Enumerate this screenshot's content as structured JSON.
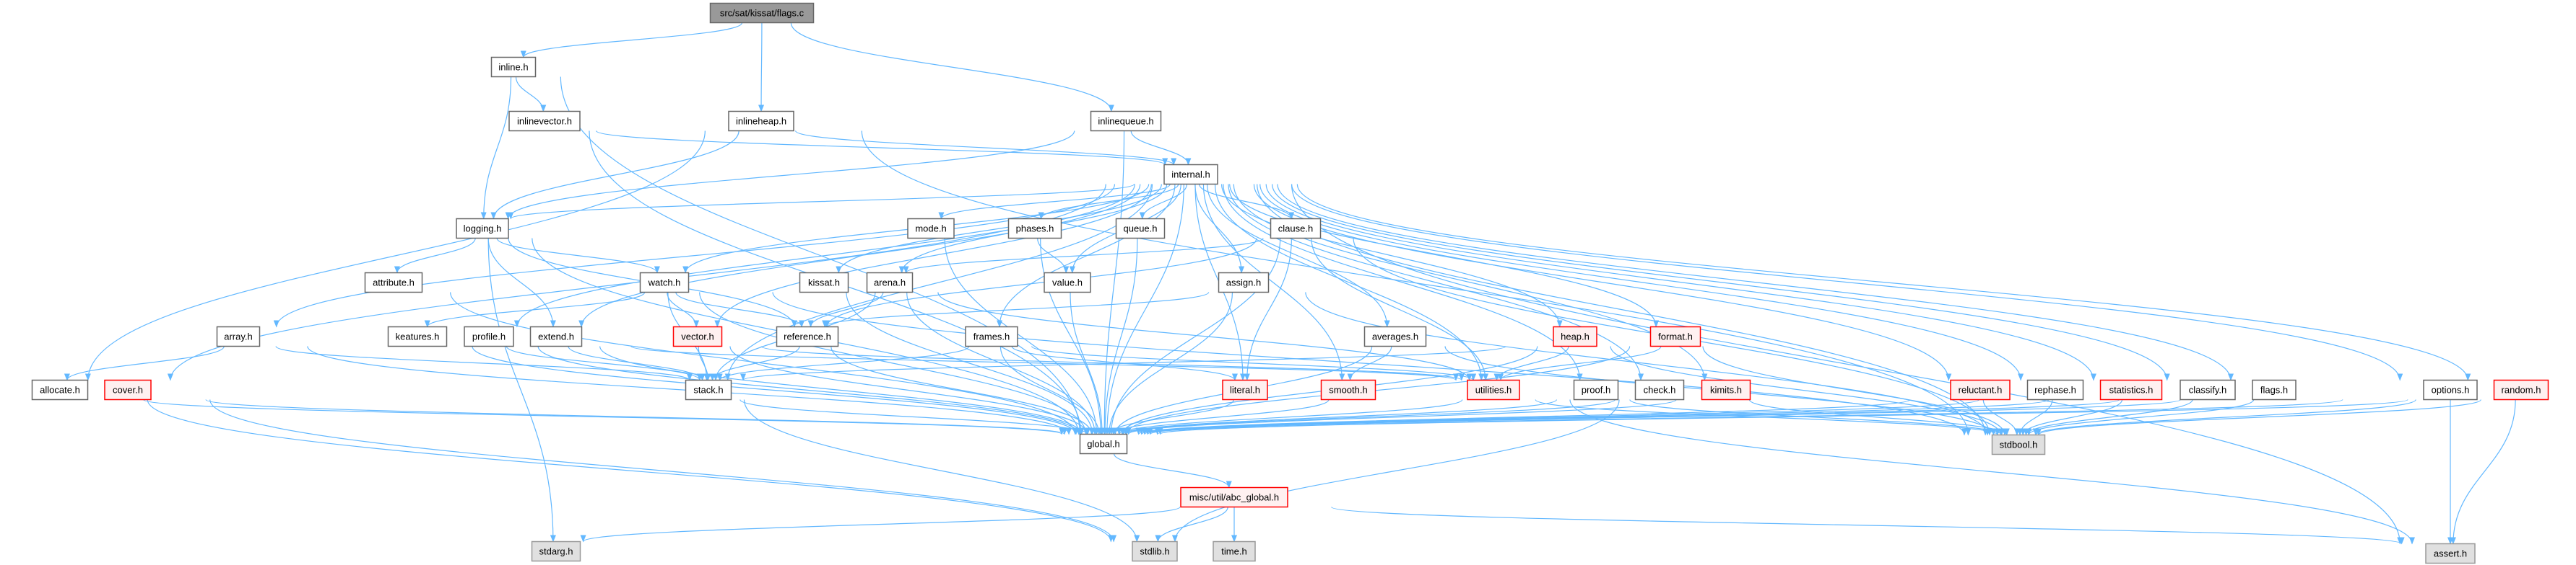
{
  "title": "src/sat/kissat/flags.c",
  "colors": {
    "edge": "#63b8ff",
    "default_fill": "#ffffff",
    "default_stroke": "#666666",
    "red_fill": "#fff0f0",
    "red_stroke": "#ff0000",
    "system_fill": "#e0e0e0",
    "system_stroke": "#999999",
    "current_fill": "#999999",
    "current_stroke": "#666666"
  },
  "nodes": [
    {
      "id": "flags_c",
      "label": "src/sat/kissat/flags.c",
      "style": "current"
    },
    {
      "id": "inline",
      "label": "inline.h",
      "style": "default"
    },
    {
      "id": "inlinevector",
      "label": "inlinevector.h",
      "style": "default"
    },
    {
      "id": "inlineheap",
      "label": "inlineheap.h",
      "style": "default"
    },
    {
      "id": "inlinequeue",
      "label": "inlinequeue.h",
      "style": "default"
    },
    {
      "id": "internal",
      "label": "internal.h",
      "style": "default"
    },
    {
      "id": "logging",
      "label": "logging.h",
      "style": "default"
    },
    {
      "id": "mode",
      "label": "mode.h",
      "style": "default"
    },
    {
      "id": "phases",
      "label": "phases.h",
      "style": "default"
    },
    {
      "id": "queue",
      "label": "queue.h",
      "style": "default"
    },
    {
      "id": "clause",
      "label": "clause.h",
      "style": "default"
    },
    {
      "id": "attribute",
      "label": "attribute.h",
      "style": "default"
    },
    {
      "id": "watch",
      "label": "watch.h",
      "style": "default"
    },
    {
      "id": "kissat",
      "label": "kissat.h",
      "style": "default"
    },
    {
      "id": "arena",
      "label": "arena.h",
      "style": "default"
    },
    {
      "id": "value",
      "label": "value.h",
      "style": "default"
    },
    {
      "id": "assign",
      "label": "assign.h",
      "style": "default"
    },
    {
      "id": "array",
      "label": "array.h",
      "style": "default"
    },
    {
      "id": "keatures",
      "label": "keatures.h",
      "style": "default"
    },
    {
      "id": "profile",
      "label": "profile.h",
      "style": "default"
    },
    {
      "id": "extend",
      "label": "extend.h",
      "style": "default"
    },
    {
      "id": "vector",
      "label": "vector.h",
      "style": "red"
    },
    {
      "id": "reference",
      "label": "reference.h",
      "style": "default"
    },
    {
      "id": "frames",
      "label": "frames.h",
      "style": "default"
    },
    {
      "id": "averages",
      "label": "averages.h",
      "style": "default"
    },
    {
      "id": "heap",
      "label": "heap.h",
      "style": "red"
    },
    {
      "id": "format",
      "label": "format.h",
      "style": "red"
    },
    {
      "id": "allocate",
      "label": "allocate.h",
      "style": "default"
    },
    {
      "id": "cover",
      "label": "cover.h",
      "style": "red"
    },
    {
      "id": "stack",
      "label": "stack.h",
      "style": "default"
    },
    {
      "id": "literal",
      "label": "literal.h",
      "style": "red"
    },
    {
      "id": "smooth",
      "label": "smooth.h",
      "style": "red"
    },
    {
      "id": "utilities",
      "label": "utilities.h",
      "style": "red"
    },
    {
      "id": "proof",
      "label": "proof.h",
      "style": "default"
    },
    {
      "id": "check",
      "label": "check.h",
      "style": "default"
    },
    {
      "id": "kimits",
      "label": "kimits.h",
      "style": "red"
    },
    {
      "id": "reluctant",
      "label": "reluctant.h",
      "style": "red"
    },
    {
      "id": "rephase",
      "label": "rephase.h",
      "style": "default"
    },
    {
      "id": "statistics",
      "label": "statistics.h",
      "style": "red"
    },
    {
      "id": "classify",
      "label": "classify.h",
      "style": "default"
    },
    {
      "id": "flags_h",
      "label": "flags.h",
      "style": "default"
    },
    {
      "id": "options",
      "label": "options.h",
      "style": "default"
    },
    {
      "id": "random",
      "label": "random.h",
      "style": "red"
    },
    {
      "id": "global",
      "label": "global.h",
      "style": "default"
    },
    {
      "id": "stdbool",
      "label": "stdbool.h",
      "style": "system"
    },
    {
      "id": "abc_global",
      "label": "misc/util/abc_global.h",
      "style": "red"
    },
    {
      "id": "stdarg",
      "label": "stdarg.h",
      "style": "system"
    },
    {
      "id": "stdlib",
      "label": "stdlib.h",
      "style": "system"
    },
    {
      "id": "time",
      "label": "time.h",
      "style": "system"
    },
    {
      "id": "assert",
      "label": "assert.h",
      "style": "system"
    }
  ],
  "edges": [
    [
      "flags_c",
      "inline"
    ],
    [
      "flags_c",
      "inlineheap"
    ],
    [
      "flags_c",
      "inlinequeue"
    ],
    [
      "inline",
      "inlinevector"
    ],
    [
      "inline",
      "logging"
    ],
    [
      "inline",
      "global"
    ],
    [
      "inlinevector",
      "internal"
    ],
    [
      "inlinevector",
      "global"
    ],
    [
      "inlineheap",
      "internal"
    ],
    [
      "inlineheap",
      "logging"
    ],
    [
      "inlineheap",
      "allocate"
    ],
    [
      "inlineheap",
      "stdbool"
    ],
    [
      "inlinequeue",
      "internal"
    ],
    [
      "inlinequeue",
      "logging"
    ],
    [
      "inlinequeue",
      "global"
    ],
    [
      "internal",
      "arena"
    ],
    [
      "internal",
      "array"
    ],
    [
      "internal",
      "assign"
    ],
    [
      "internal",
      "averages"
    ],
    [
      "internal",
      "check"
    ],
    [
      "internal",
      "classify"
    ],
    [
      "internal",
      "clause"
    ],
    [
      "internal",
      "cover"
    ],
    [
      "internal",
      "extend"
    ],
    [
      "internal",
      "flags_h"
    ],
    [
      "internal",
      "format"
    ],
    [
      "internal",
      "frames"
    ],
    [
      "internal",
      "heap"
    ],
    [
      "internal",
      "kimits"
    ],
    [
      "internal",
      "kissat"
    ],
    [
      "internal",
      "literal"
    ],
    [
      "internal",
      "mode"
    ],
    [
      "internal",
      "options"
    ],
    [
      "internal",
      "phases"
    ],
    [
      "internal",
      "profile"
    ],
    [
      "internal",
      "proof"
    ],
    [
      "internal",
      "queue"
    ],
    [
      "internal",
      "random"
    ],
    [
      "internal",
      "reluctant"
    ],
    [
      "internal",
      "rephase"
    ],
    [
      "internal",
      "smooth"
    ],
    [
      "internal",
      "statistics"
    ],
    [
      "internal",
      "stdbool"
    ],
    [
      "internal",
      "stack"
    ],
    [
      "internal",
      "utilities"
    ],
    [
      "internal",
      "value"
    ],
    [
      "internal",
      "vector"
    ],
    [
      "internal",
      "watch"
    ],
    [
      "internal",
      "logging"
    ],
    [
      "internal",
      "global"
    ],
    [
      "internal",
      "assert"
    ],
    [
      "logging",
      "attribute"
    ],
    [
      "logging",
      "watch"
    ],
    [
      "logging",
      "extend"
    ],
    [
      "logging",
      "reference"
    ],
    [
      "logging",
      "stdarg"
    ],
    [
      "logging",
      "global"
    ],
    [
      "watch",
      "keatures"
    ],
    [
      "watch",
      "vector"
    ],
    [
      "watch",
      "reference"
    ],
    [
      "watch",
      "stack"
    ],
    [
      "watch",
      "global"
    ],
    [
      "watch",
      "stdbool"
    ],
    [
      "arena",
      "reference"
    ],
    [
      "arena",
      "stack"
    ],
    [
      "arena",
      "utilities"
    ],
    [
      "arena",
      "global"
    ],
    [
      "assign",
      "reference"
    ],
    [
      "assign",
      "global"
    ],
    [
      "assign",
      "stdbool"
    ],
    [
      "clause",
      "arena"
    ],
    [
      "clause",
      "literal"
    ],
    [
      "clause",
      "reference"
    ],
    [
      "clause",
      "utilities"
    ],
    [
      "clause",
      "global"
    ],
    [
      "clause",
      "stdbool"
    ],
    [
      "array",
      "allocate"
    ],
    [
      "array",
      "stack"
    ],
    [
      "array",
      "global"
    ],
    [
      "allocate",
      "global"
    ],
    [
      "allocate",
      "stdlib"
    ],
    [
      "cover",
      "global"
    ],
    [
      "cover",
      "stdlib"
    ],
    [
      "extend",
      "stack"
    ],
    [
      "extend",
      "utilities"
    ],
    [
      "extend",
      "global"
    ],
    [
      "keatures",
      "global"
    ],
    [
      "profile",
      "stack"
    ],
    [
      "profile",
      "global"
    ],
    [
      "vector",
      "stack"
    ],
    [
      "vector",
      "utilities"
    ],
    [
      "vector",
      "global"
    ],
    [
      "reference",
      "stack"
    ],
    [
      "reference",
      "global"
    ],
    [
      "stack",
      "global"
    ],
    [
      "stack",
      "stdlib"
    ],
    [
      "attribute",
      "global"
    ],
    [
      "mode",
      "global"
    ],
    [
      "phases",
      "value"
    ],
    [
      "phases",
      "global"
    ],
    [
      "queue",
      "global"
    ],
    [
      "value",
      "global"
    ],
    [
      "frames",
      "literal"
    ],
    [
      "frames",
      "stack"
    ],
    [
      "frames",
      "utilities"
    ],
    [
      "frames",
      "global"
    ],
    [
      "averages",
      "smooth"
    ],
    [
      "averages",
      "global"
    ],
    [
      "averages",
      "stdbool"
    ],
    [
      "heap",
      "stack"
    ],
    [
      "heap",
      "utilities"
    ],
    [
      "heap",
      "global"
    ],
    [
      "heap",
      "stdbool"
    ],
    [
      "format",
      "utilities"
    ],
    [
      "format",
      "global"
    ],
    [
      "format",
      "stdbool"
    ],
    [
      "literal",
      "global"
    ],
    [
      "smooth",
      "global"
    ],
    [
      "utilities",
      "global"
    ],
    [
      "utilities",
      "stdbool"
    ],
    [
      "utilities",
      "assert"
    ],
    [
      "proof",
      "global"
    ],
    [
      "proof",
      "stdbool"
    ],
    [
      "check",
      "global"
    ],
    [
      "check",
      "stdlib"
    ],
    [
      "kimits",
      "global"
    ],
    [
      "kimits",
      "stdbool"
    ],
    [
      "reluctant",
      "global"
    ],
    [
      "reluctant",
      "stdbool"
    ],
    [
      "rephase",
      "global"
    ],
    [
      "rephase",
      "stdbool"
    ],
    [
      "statistics",
      "global"
    ],
    [
      "statistics",
      "stdbool"
    ],
    [
      "classify",
      "global"
    ],
    [
      "classify",
      "stdbool"
    ],
    [
      "flags_h",
      "global"
    ],
    [
      "flags_h",
      "stdbool"
    ],
    [
      "options",
      "global"
    ],
    [
      "options",
      "assert"
    ],
    [
      "options",
      "stdbool"
    ],
    [
      "random",
      "global"
    ],
    [
      "random",
      "assert"
    ],
    [
      "random",
      "stdbool"
    ],
    [
      "kissat",
      "global"
    ],
    [
      "global",
      "abc_global"
    ],
    [
      "abc_global",
      "stdlib"
    ],
    [
      "abc_global",
      "time"
    ],
    [
      "abc_global",
      "stdarg"
    ],
    [
      "abc_global",
      "assert"
    ]
  ]
}
